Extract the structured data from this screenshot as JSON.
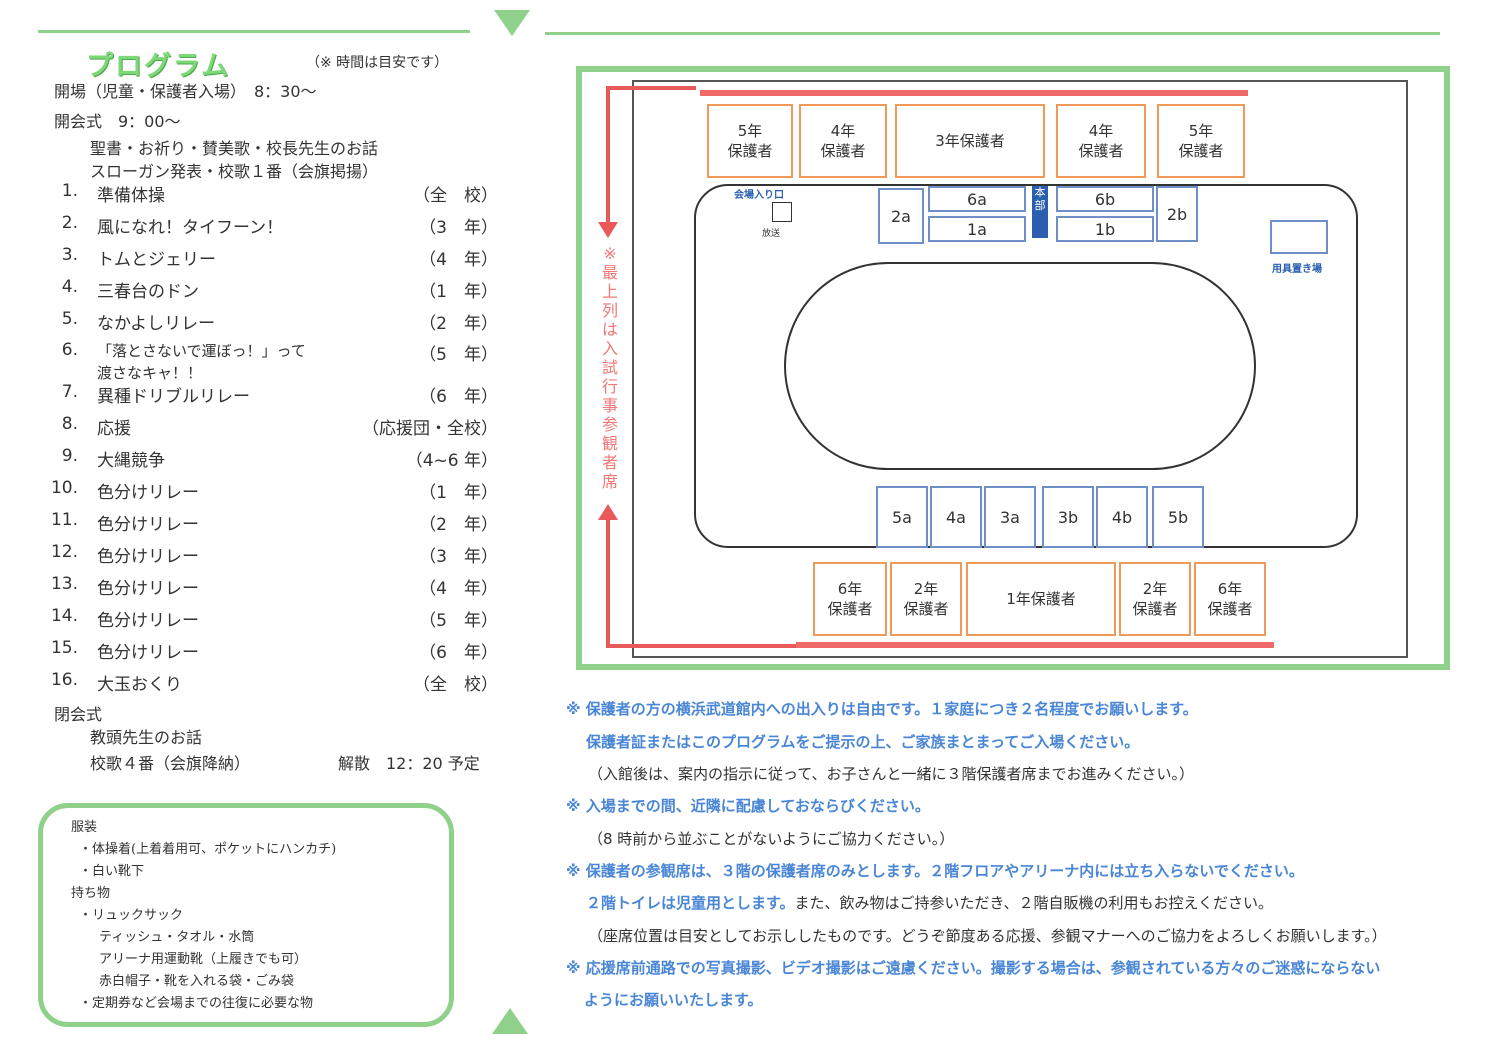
{
  "program": {
    "title": "プログラム",
    "time_note": "（※ 時間は目安です）",
    "opening_entry": "開場（児童・保護者入場）　8：30～",
    "opening_ceremony": "開会式　9：00～",
    "ceremony_line1": "聖書・お祈り・賛美歌・校長先生のお話",
    "ceremony_line2": "スローガン発表・校歌１番（会旗掲揚）",
    "items": [
      {
        "num": "1.",
        "name": "準備体操",
        "grade": "（全　校）"
      },
      {
        "num": "2.",
        "name": "風になれ！タイフーン！",
        "grade": "（3　年）"
      },
      {
        "num": "3.",
        "name": "トムとジェリー",
        "grade": "（4　年）"
      },
      {
        "num": "4.",
        "name": "三春台のドン",
        "grade": "（1　年）"
      },
      {
        "num": "5.",
        "name": "なかよしリレー",
        "grade": "（2　年）"
      },
      {
        "num": "6.",
        "name": "「落とさないで運ぼっ！」って",
        "sub": "渡さなキャ！！",
        "grade": "（5　年）"
      },
      {
        "num": "7.",
        "name": "異種ドリブルリレー",
        "grade": "（6　年）"
      },
      {
        "num": "8.",
        "name": "応援",
        "grade": "（応援団・全校）"
      },
      {
        "num": "9.",
        "name": "大縄競争",
        "grade": "（4~6 年）"
      },
      {
        "num": "10.",
        "name": "色分けリレー",
        "grade": "（1　年）"
      },
      {
        "num": "11.",
        "name": "色分けリレー",
        "grade": "（2　年）"
      },
      {
        "num": "12.",
        "name": "色分けリレー",
        "grade": "（3　年）"
      },
      {
        "num": "13.",
        "name": "色分けリレー",
        "grade": "（4　年）"
      },
      {
        "num": "14.",
        "name": "色分けリレー",
        "grade": "（5　年）"
      },
      {
        "num": "15.",
        "name": "色分けリレー",
        "grade": "（6　年）"
      },
      {
        "num": "16.",
        "name": "大玉おくり",
        "grade": "（全　校）"
      }
    ],
    "closing_ceremony": "閉会式",
    "closing_line1": "教頭先生のお話",
    "closing_line2": "校歌４番（会旗降納）",
    "dismissal": "解散　12：20 予定"
  },
  "belongings": {
    "clothing_title": "服装",
    "clothing_1": "・体操着(上着着用可、ポケットにハンカチ)",
    "clothing_2": "・白い靴下",
    "items_title": "持ち物",
    "item_1": "・リュックサック",
    "item_2": "ティッシュ・タオル・水筒",
    "item_3": "アリーナ用運動靴（上履きでも可）",
    "item_4": "赤白帽子・靴を入れる袋・ごみ袋",
    "item_5": "・定期券など会場までの往復に必要な物"
  },
  "map": {
    "top_parents": [
      "5年\n保護者",
      "4年\n保護者",
      "3年保護者",
      "4年\n保護者",
      "5年\n保護者"
    ],
    "bottom_parents": [
      "6年\n保護者",
      "2年\n保護者",
      "1年保護者",
      "2年\n保護者",
      "6年\n保護者"
    ],
    "top_seats": {
      "s2a": "2a",
      "s6a": "6a",
      "s1a": "1a",
      "s6b": "6b",
      "s1b": "1b",
      "s2b": "2b"
    },
    "bottom_seats": [
      "5a",
      "4a",
      "3a",
      "3b",
      "4b",
      "5b"
    ],
    "venue_entrance": "会場入り口",
    "broadcast": "放送",
    "headquarters": "本部",
    "equipment_area": "用具置き場",
    "reserved_vertical": "※最上列は入試行事参観者席"
  },
  "notes": {
    "n1": "※ 保護者の方の横浜武道館内への出入りは自由です。１家庭につき２名程度でお願いします。",
    "n2": "保護者証またはこのプログラムをご提示の上、ご家族まとまってご入場ください。",
    "n3": "（入館後は、案内の指示に従って、お子さんと一緒に３階保護者席までお進みください。）",
    "n4": "※ 入場までの間、近隣に配慮しておならびください。",
    "n5": "（8 時前から並ぶことがないようにご協力ください。）",
    "n6": "※ 保護者の参観席は、３階の保護者席のみとします。２階フロアやアリーナ内には立ち入らないでください。",
    "n7a": "２階トイレは児童用とします。",
    "n7b": "また、飲み物はご持参いただき、２階自販機の利用もお控えください。",
    "n8": "（座席位置は目安としてお示ししたものです。どうぞ節度ある応援、参観マナーへのご協力をよろしくお願いします。）",
    "n9": "※ 応援席前通路での写真撮影、ビデオ撮影はご遠慮ください。撮影する場合は、参観されている方々のご迷惑にならない",
    "n10": "ようにお願いいたします。"
  }
}
